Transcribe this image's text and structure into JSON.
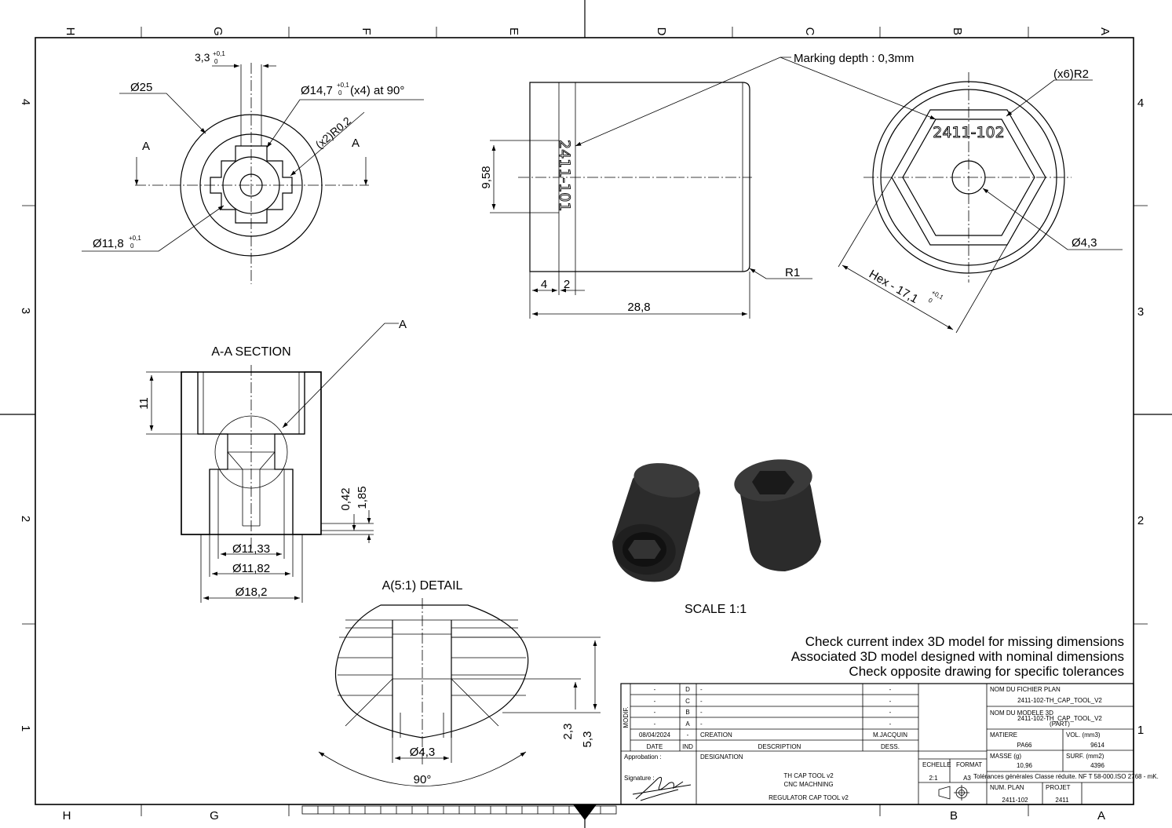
{
  "sheet": {
    "zones_top": [
      "H",
      "G",
      "F",
      "E",
      "D",
      "C",
      "B",
      "A"
    ],
    "zones_bottom": [
      "H",
      "G",
      "B",
      "A"
    ],
    "rows": [
      "4",
      "3",
      "2",
      "1"
    ]
  },
  "views": {
    "front_dims": {
      "d25": "Ø25",
      "d33": "3,3",
      "d33_tol_up": "+0,1",
      "d33_tol_lo": "0",
      "d147": "Ø14,7",
      "d147_tol_up": "+0,1",
      "d147_tol_lo": "0",
      "d147_suffix": "(x4) at 90°",
      "r02": "(x2)R0,2",
      "section_a_left": "A",
      "section_a_right": "A",
      "d118": "Ø11,8",
      "d118_tol_up": "+0,1",
      "d118_tol_lo": "0"
    },
    "side_dims": {
      "marking": "Marking depth : 0,3mm",
      "engraving": "2411-101",
      "h958": "9,58",
      "w4": "4",
      "w2": "2",
      "l288": "28,8",
      "r1": "R1"
    },
    "hex_dims": {
      "r2": "(x6)R2",
      "engraving": "2411-102",
      "d43": "Ø4,3",
      "hex": "Hex - 17,1",
      "hex_tol_up": "+0,1",
      "hex_tol_lo": "0"
    },
    "section": {
      "title": "A-A SECTION",
      "detail_ref": "A",
      "h11": "11",
      "d042": "0,42",
      "d185": "1,85",
      "d1133": "Ø11,33",
      "d1182": "Ø11,82",
      "d182": "Ø18,2"
    },
    "detail": {
      "title": "A(5:1) DETAIL",
      "d43": "Ø4,3",
      "angle": "90°",
      "d23": "2,3",
      "d53": "5,3"
    },
    "iso": {
      "scale": "SCALE 1:1"
    }
  },
  "notes": [
    "Check current index 3D model for missing dimensions",
    "Associated 3D model designed with nominal dimensions",
    "Check opposite drawing for specific tolerances"
  ],
  "title_block": {
    "revisions": [
      {
        "date": "-",
        "ind": "D",
        "desc": "-",
        "dess": "-"
      },
      {
        "date": "-",
        "ind": "C",
        "desc": "-",
        "dess": "-"
      },
      {
        "date": "-",
        "ind": "B",
        "desc": "-",
        "dess": "-"
      },
      {
        "date": "-",
        "ind": "A",
        "desc": "-",
        "dess": "-"
      },
      {
        "date": "08/04/2024",
        "ind": "-",
        "desc": "CREATION",
        "dess": "M.JACQUIN"
      }
    ],
    "modif_label": "MODIF.",
    "hdr_date": "DATE",
    "hdr_ind": "IND",
    "hdr_desc": "DESCRIPTION",
    "hdr_dess": "DESS.",
    "approbation": "Approbation :",
    "signature": "Signature :",
    "designation_label": "DESIGNATION",
    "title": "TH CAP TOOL v2",
    "subtitle": "CNC MACHNING",
    "subtitle2": "REGULATOR CAP TOOL v2",
    "echelle_label": "ECHELLE",
    "echelle": "2:1",
    "format_label": "FORMAT",
    "format": "A3",
    "fichier_label": "NOM DU FICHIER PLAN",
    "fichier": "2411-102-TH_CAP_TOOL_V2",
    "modele_label": "NOM DU MODELE 3D",
    "modele": "2411-102-TH_CAP_TOOL_V2",
    "modele_part": "(PART)",
    "matiere_label": "MATIERE",
    "matiere": "PA66",
    "vol_label": "VOL. (mm3)",
    "vol": "9614",
    "masse_label": "MASSE (g)",
    "masse": "10,96",
    "surf_label": "SURF. (mm2)",
    "surf": "4396",
    "tolerances": "Tolérances générales Classe réduite. NF T 58-000.ISO 2768 - mK.",
    "num_label": "NUM. PLAN",
    "num": "2411-102",
    "projet_label": "PROJET",
    "projet": "2411"
  }
}
